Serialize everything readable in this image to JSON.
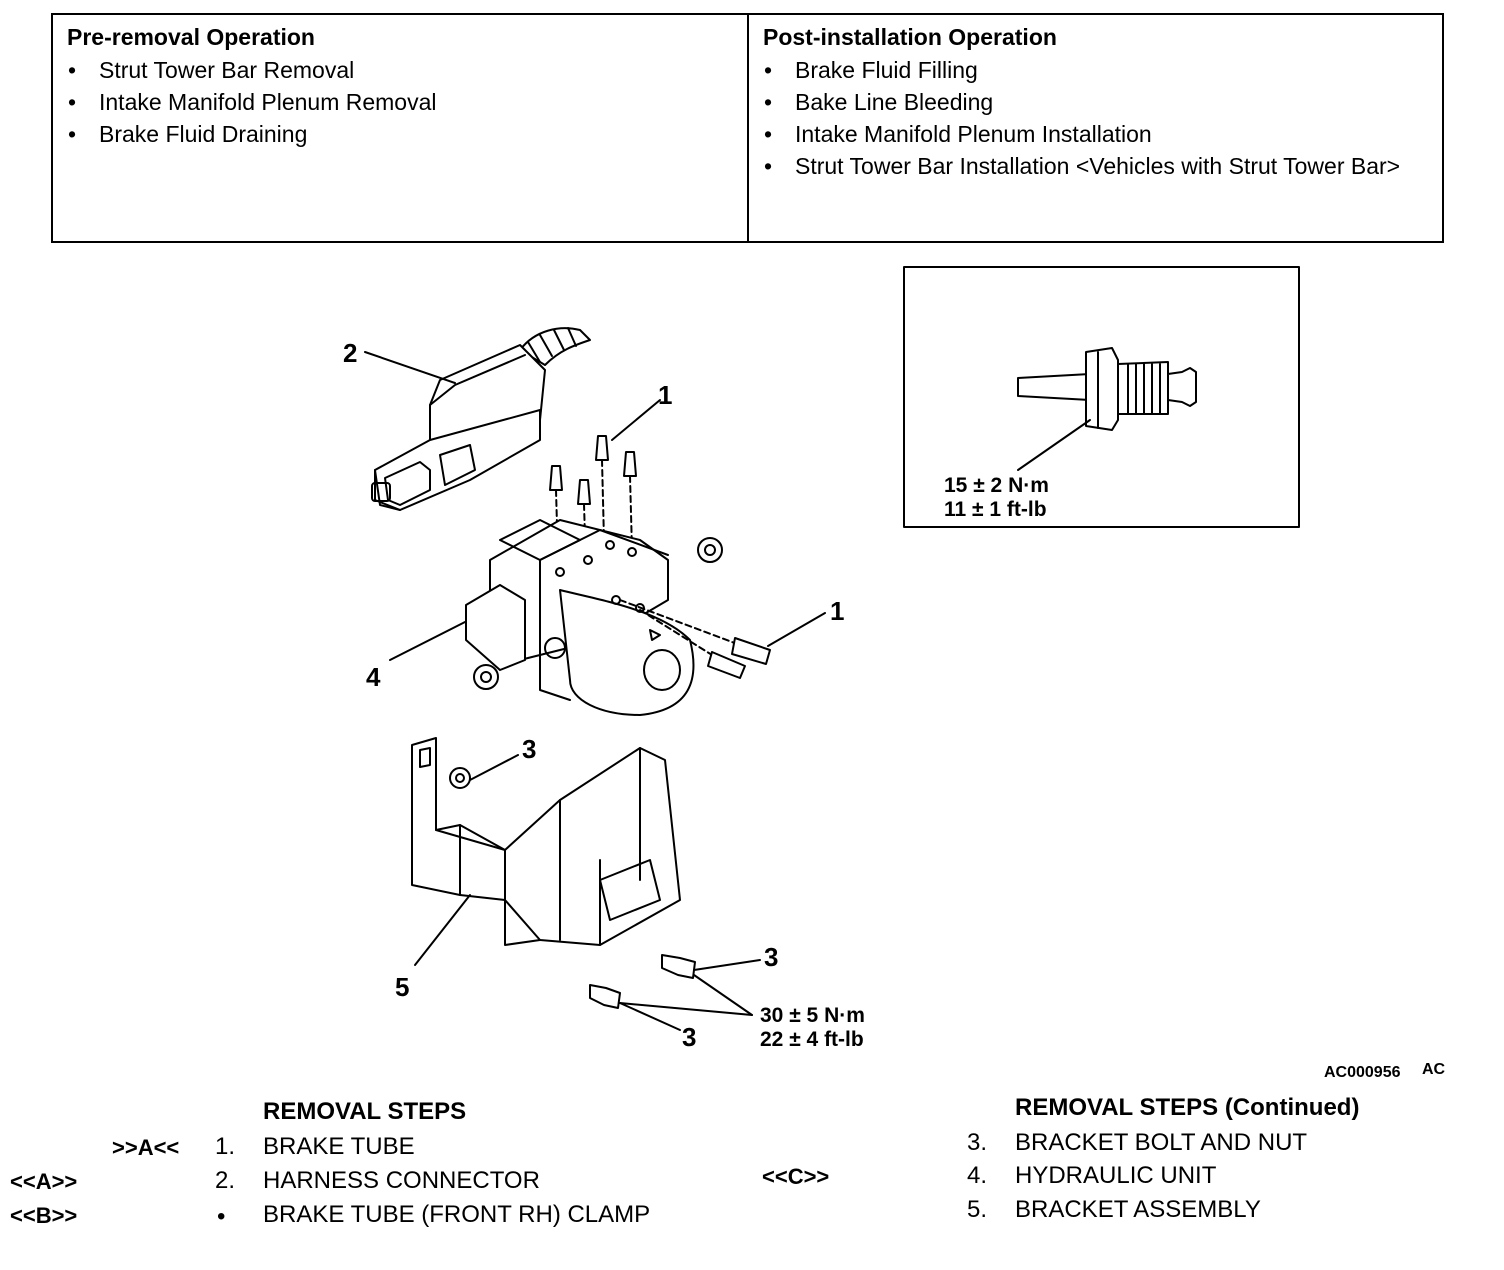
{
  "operations": {
    "pre_removal": {
      "title": "Pre-removal Operation",
      "items": [
        "Strut Tower Bar Removal",
        "Intake Manifold Plenum Removal",
        "Brake Fluid Draining"
      ]
    },
    "post_installation": {
      "title": "Post-installation Operation",
      "items": [
        "Brake Fluid Filling",
        "Bake Line Bleeding",
        "Intake Manifold Plenum Installation",
        "Strut Tower Bar Installation <Vehicles with Strut Tower Bar>"
      ]
    }
  },
  "bullet": "•",
  "inset": {
    "torque_nm": "15 ± 2 N·m",
    "torque_ftlb": "11 ± 1 ft-lb"
  },
  "callouts": {
    "c1": "1",
    "c2": "2",
    "c3": "3",
    "c4": "4",
    "c5": "5"
  },
  "bracket_torque": {
    "nm": "30 ± 5 N·m",
    "ftlb": "22 ± 4 ft-lb"
  },
  "figure_id": "AC000956",
  "figure_suffix": "AC",
  "removal_steps": {
    "title": "REMOVAL STEPS",
    "steps": [
      {
        "prefix": ">>A<<",
        "side": "",
        "num": "1.",
        "label": "BRAKE TUBE"
      },
      {
        "prefix": "",
        "side": "<<A>>",
        "num": "2.",
        "label": "HARNESS CONNECTOR"
      },
      {
        "prefix": "",
        "side": "<<B>>",
        "num": "•",
        "label": "BRAKE TUBE (FRONT RH) CLAMP"
      }
    ]
  },
  "removal_steps_continued": {
    "title": "REMOVAL STEPS (Continued)",
    "steps": [
      {
        "side": "",
        "num": "3.",
        "label": "BRACKET BOLT AND NUT"
      },
      {
        "side": "<<C>>",
        "num": "4.",
        "label": "HYDRAULIC UNIT"
      },
      {
        "side": "",
        "num": "5.",
        "label": "BRACKET ASSEMBLY"
      }
    ]
  }
}
